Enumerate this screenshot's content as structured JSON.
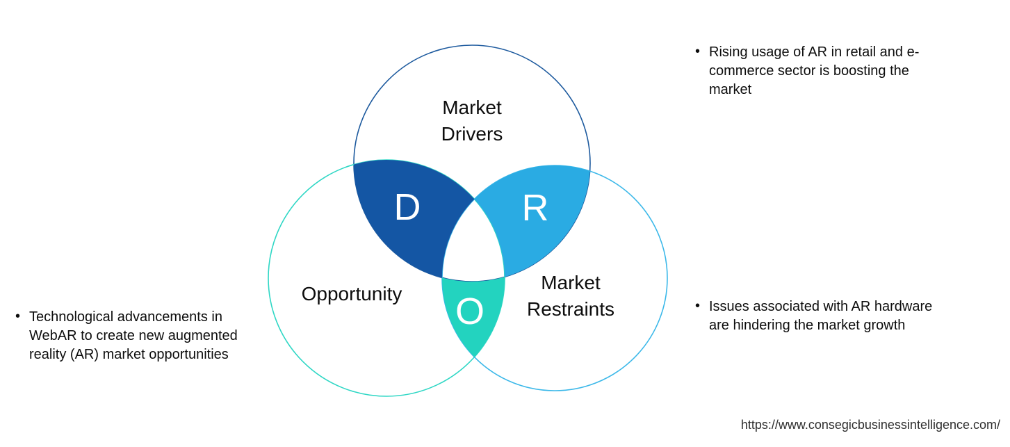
{
  "diagram": {
    "drivers": {
      "label": "Market Drivers",
      "letter": "D",
      "fill": "#1456a4",
      "stroke": "#1d5a9e"
    },
    "opportunity": {
      "label": "Opportunity",
      "letter": "O",
      "fill": "#23d3bf",
      "stroke": "#2fd7c5"
    },
    "restraints": {
      "label": "Market Restraints",
      "letter": "R",
      "fill": "#2aabe3",
      "stroke": "#3bb8e9"
    }
  },
  "notes": {
    "drivers": "Rising usage of AR in retail and e-commerce sector is boosting the market",
    "restraints": "Issues associated with AR hardware are hindering the market growth",
    "opportunity": "Technological advancements in WebAR to create new augmented reality (AR) market opportunities"
  },
  "footer": {
    "url": "https://www.consegicbusinessintelligence.com/"
  }
}
